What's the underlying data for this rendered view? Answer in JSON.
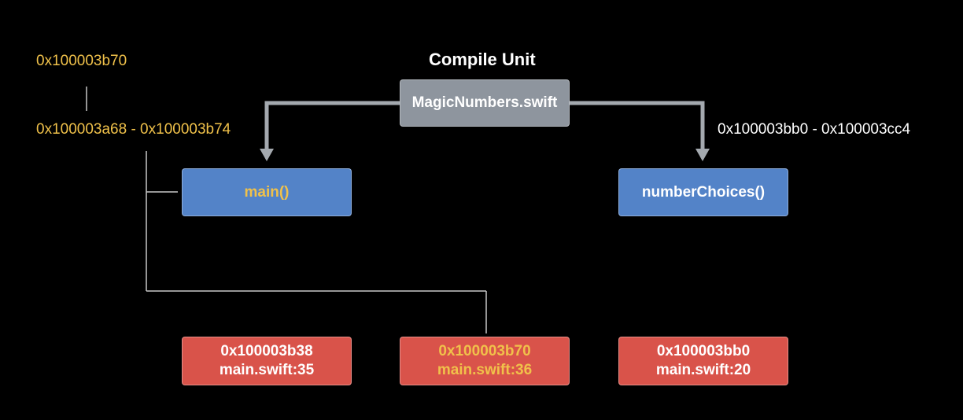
{
  "colors": {
    "background": "#000000",
    "white_text": "#ffffff",
    "highlight_text": "#f0c14a",
    "compile_unit_fill": "#8e959e",
    "function_fill": "#5383c8",
    "line_entry_fill": "#d9534a",
    "connector_line": "#c7c7c7",
    "arrow": "#a4a9af"
  },
  "header": {
    "title": "Compile Unit"
  },
  "compile_unit": {
    "label": "MagicNumbers.swift"
  },
  "annotations": {
    "lookup_address": "0x100003b70",
    "main_range": "0x100003a68 - 0x100003b74",
    "number_choices_range": "0x100003bb0 - 0x100003cc4"
  },
  "functions": [
    {
      "label": "main()",
      "highlighted": true
    },
    {
      "label": "numberChoices()",
      "highlighted": false
    }
  ],
  "line_entries": [
    {
      "address": "0x100003b38",
      "location": "main.swift:35",
      "highlighted": false
    },
    {
      "address": "0x100003b70",
      "location": "main.swift:36",
      "highlighted": true
    },
    {
      "address": "0x100003bb0",
      "location": "main.swift:20",
      "highlighted": false
    }
  ]
}
